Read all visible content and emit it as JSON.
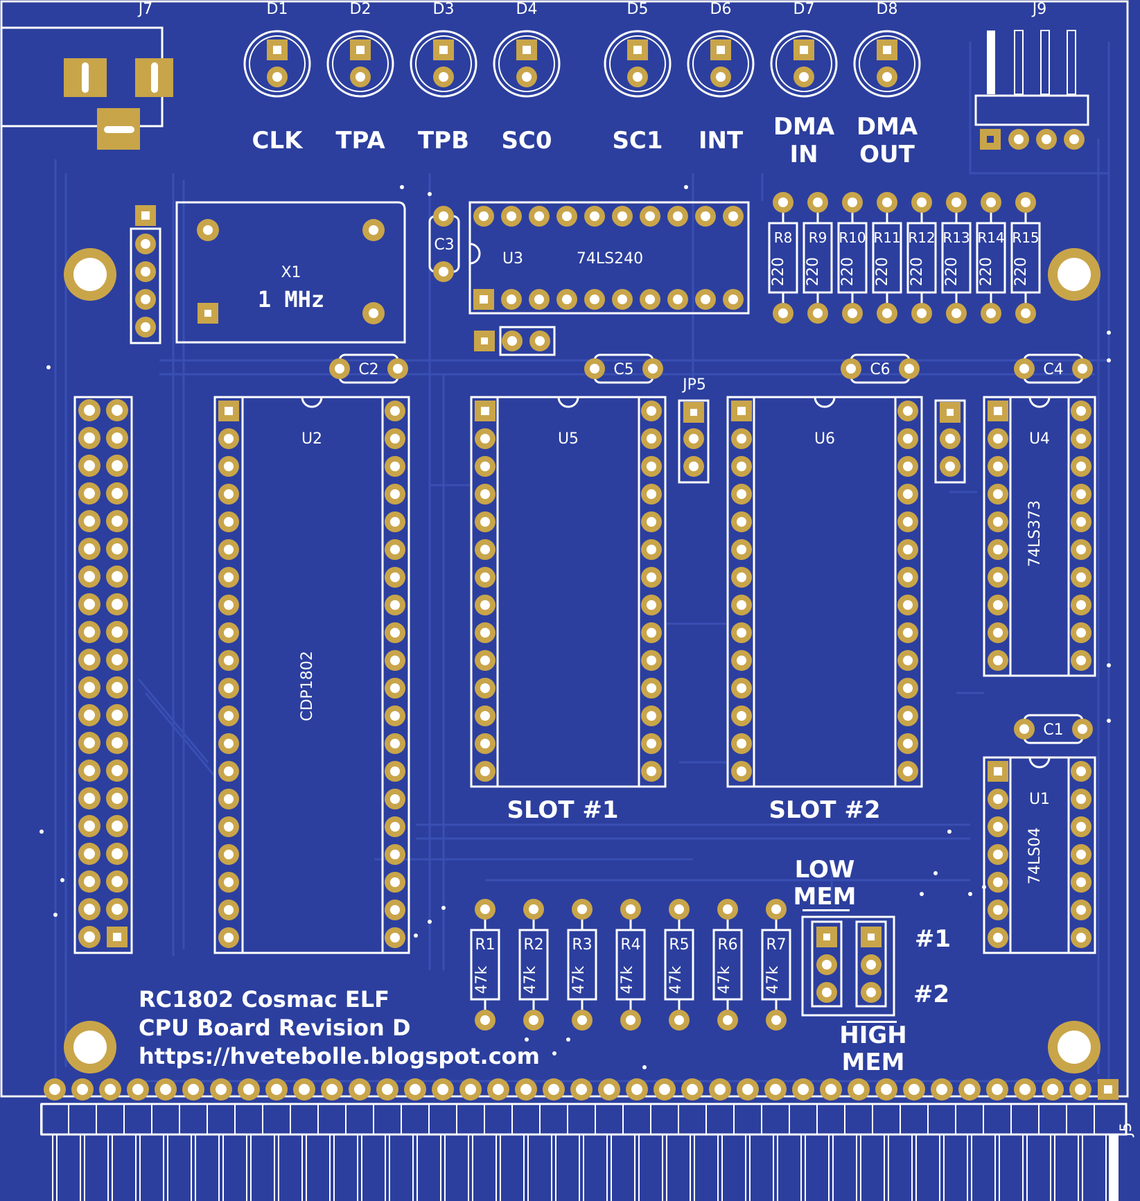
{
  "board": {
    "background": "#2c3f9e",
    "trace_color": "#3a4fb3",
    "pad_color": "#c9a54a",
    "silk_color": "#ffffff",
    "outline_color": "#f2f2f2"
  },
  "leds": [
    {
      "ref": "D1",
      "label": "CLK"
    },
    {
      "ref": "D2",
      "label": "TPA"
    },
    {
      "ref": "D3",
      "label": "TPB"
    },
    {
      "ref": "D4",
      "label": "SC0"
    },
    {
      "ref": "D5",
      "label": "SC1"
    },
    {
      "ref": "D6",
      "label": "INT"
    },
    {
      "ref": "D7",
      "label": "DMA IN"
    },
    {
      "ref": "D8",
      "label": "DMA OUT"
    }
  ],
  "connectors": {
    "power": "J7",
    "header_right": "J9",
    "edge": "J5"
  },
  "crystal": {
    "ref": "X1",
    "value": "1 MHz"
  },
  "caps": [
    "C1",
    "C2",
    "C3",
    "C4",
    "C5",
    "C6"
  ],
  "chips": {
    "u1": {
      "ref": "U1",
      "part": "74LS04"
    },
    "u2": {
      "ref": "U2",
      "part": "CDP1802"
    },
    "u3": {
      "ref": "U3",
      "part": "74LS240"
    },
    "u4": {
      "ref": "U4",
      "part": "74LS373"
    },
    "u5": {
      "ref": "U5",
      "part": ""
    },
    "u6": {
      "ref": "U6",
      "part": ""
    }
  },
  "jumper": "JP5",
  "resistors_top": [
    {
      "ref": "R8",
      "value": "220"
    },
    {
      "ref": "R9",
      "value": "220"
    },
    {
      "ref": "R10",
      "value": "220"
    },
    {
      "ref": "R11",
      "value": "220"
    },
    {
      "ref": "R12",
      "value": "220"
    },
    {
      "ref": "R13",
      "value": "220"
    },
    {
      "ref": "R14",
      "value": "220"
    },
    {
      "ref": "R15",
      "value": "220"
    }
  ],
  "resistors_bottom": [
    {
      "ref": "R1",
      "value": "47k"
    },
    {
      "ref": "R2",
      "value": "47k"
    },
    {
      "ref": "R3",
      "value": "47k"
    },
    {
      "ref": "R4",
      "value": "47k"
    },
    {
      "ref": "R5",
      "value": "47k"
    },
    {
      "ref": "R6",
      "value": "47k"
    },
    {
      "ref": "R7",
      "value": "47k"
    }
  ],
  "slots": {
    "slot1": "SLOT #1",
    "slot2": "SLOT #2"
  },
  "mem_select": {
    "low_line1": "LOW",
    "low_line2": "MEM",
    "high_line1": "HIGH",
    "high_line2": "MEM",
    "opt1": "#1",
    "opt2": "#2"
  },
  "title_block": {
    "line1": "RC1802 Cosmac ELF",
    "line2": "CPU Board Revision D",
    "line3": "https://hvetebolle.blogspot.com"
  }
}
